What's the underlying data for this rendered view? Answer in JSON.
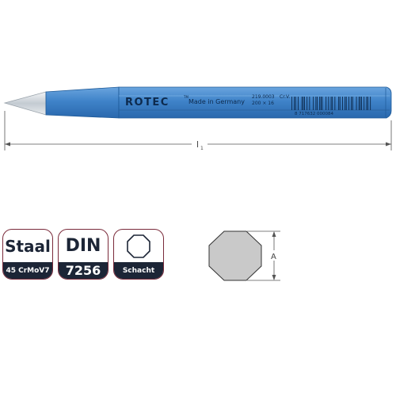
{
  "tool": {
    "brand": "ROTEC",
    "trademark": "TM",
    "made_in": "Made in Germany",
    "article_number": "219.0003",
    "size_code": "200 × 16",
    "steel_code": "Cr.V.",
    "barcode_digits": "8 717632 000084"
  },
  "dimensions": {
    "length_label": "l",
    "length_subscript": "1",
    "width_label": "A"
  },
  "badges": {
    "material_title": "Staal",
    "material_subtitle": "45 CrMoV7",
    "standard_title": "DIN",
    "standard_subtitle": "7256",
    "shank_subtitle": "Schacht"
  },
  "colors": {
    "tool_blue": "#3f83c9",
    "tool_dark": "#1f5a98",
    "tip_silver": "#d8dde2",
    "badge_dark": "#1c2536",
    "badge_border": "#7a2a3a",
    "section_gray": "#c9c9c9"
  }
}
